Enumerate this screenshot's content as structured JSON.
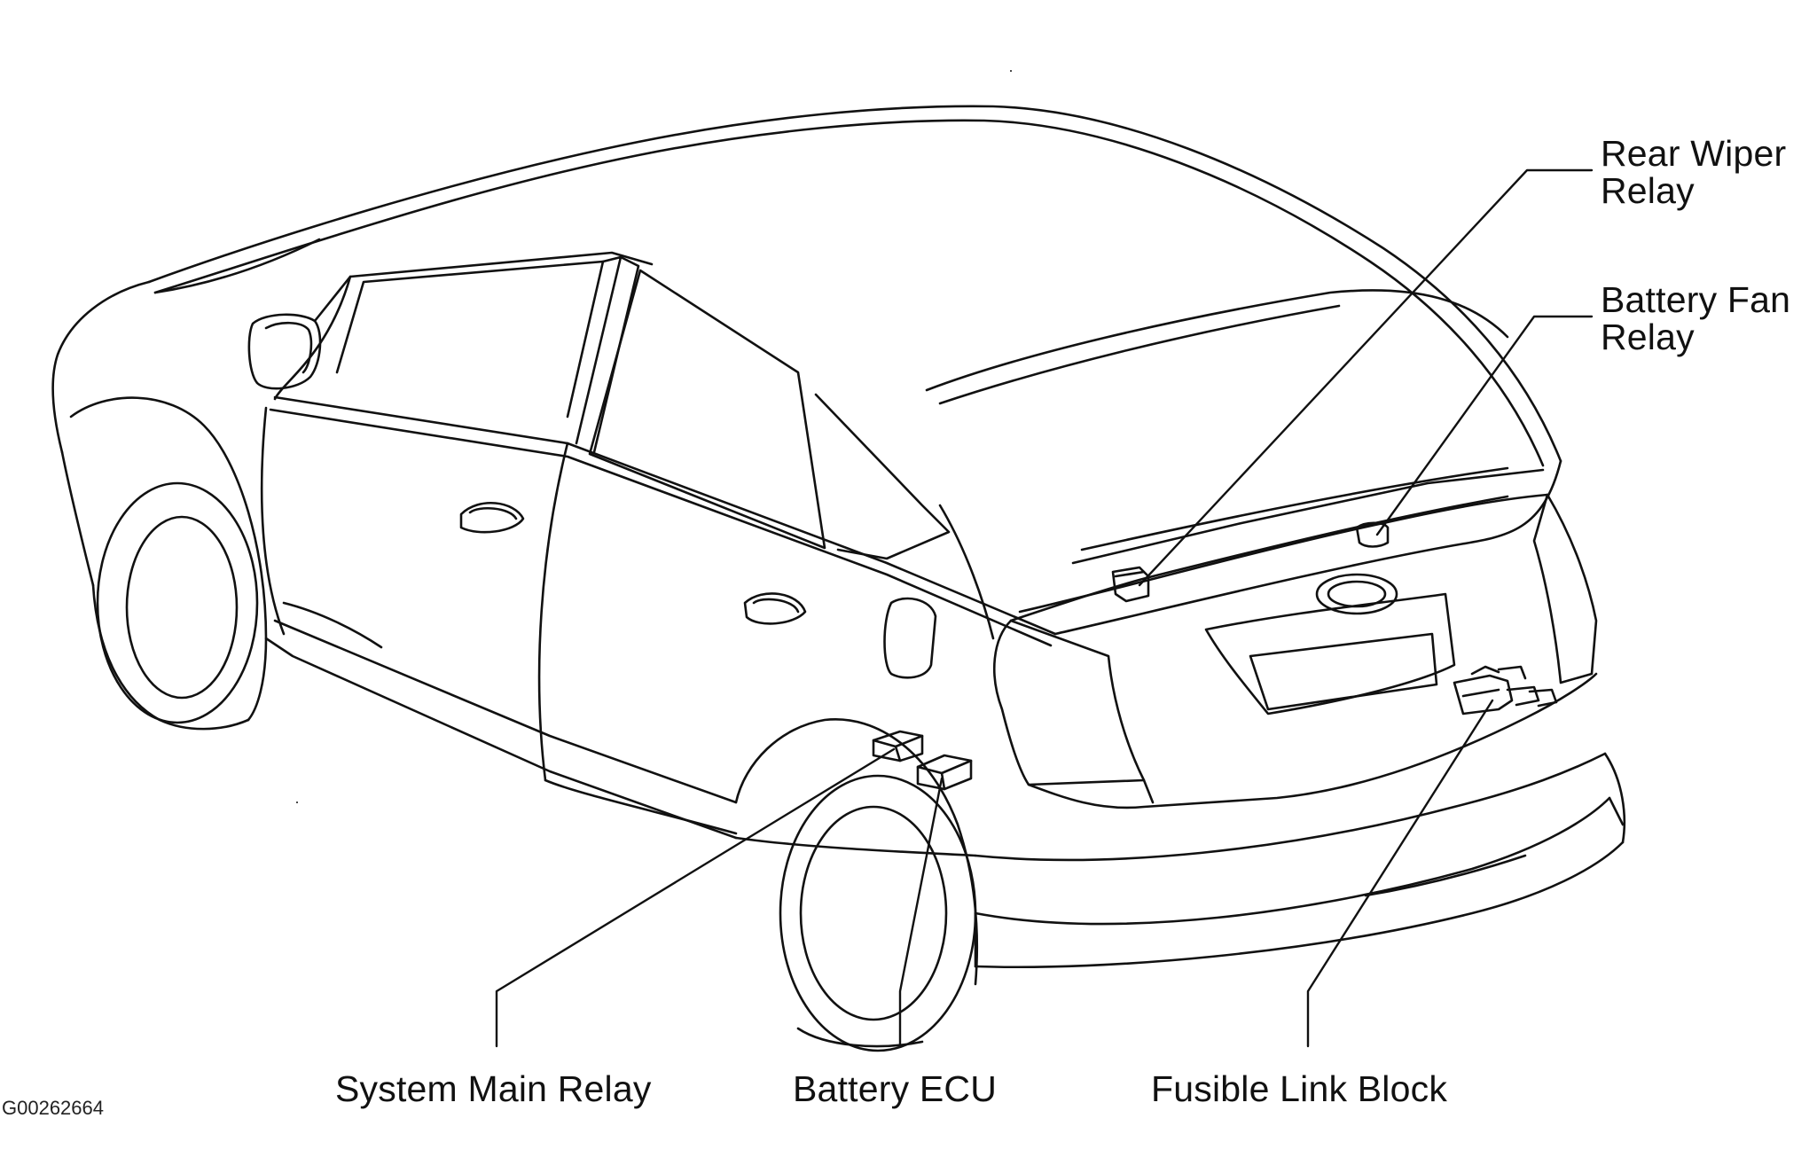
{
  "figure_id": "G00262664",
  "labels": {
    "rear_wiper_relay": {
      "line1": "Rear Wiper",
      "line2": "Relay"
    },
    "battery_fan_relay": {
      "line1": "Battery Fan",
      "line2": "Relay"
    },
    "system_main_relay": "System Main Relay",
    "battery_ecu": "Battery ECU",
    "fusible_link_block": "Fusible Link Block"
  },
  "colors": {
    "line": "#111111",
    "background": "#ffffff"
  }
}
